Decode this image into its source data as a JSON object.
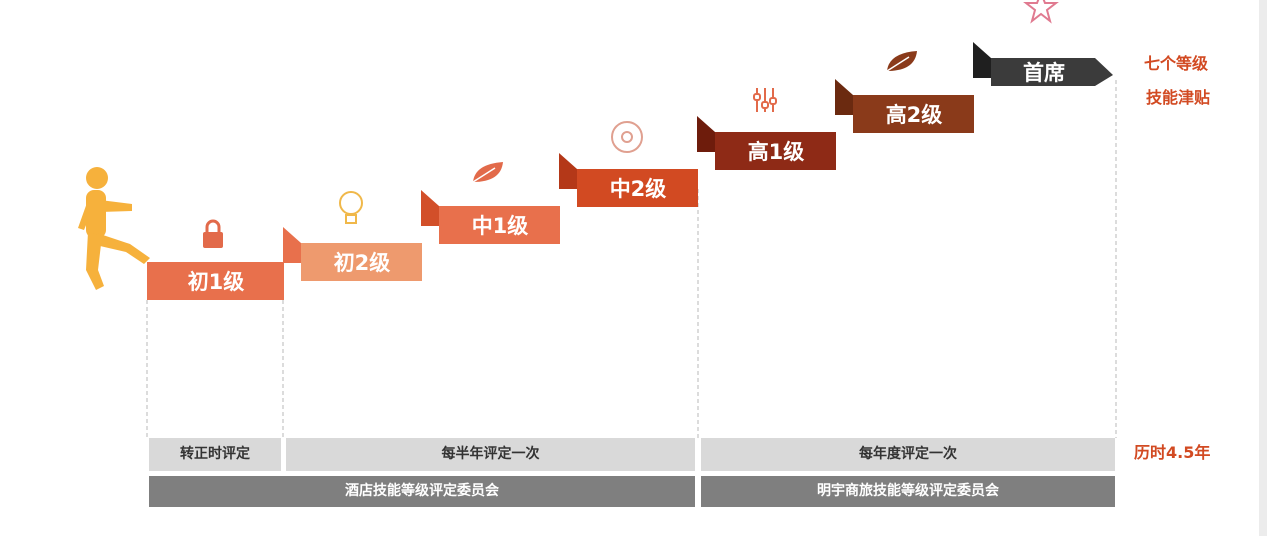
{
  "levels": [
    {
      "label": "初1级",
      "color": "#e8704c",
      "fold": "#f0a088"
    },
    {
      "label": "初2级",
      "color": "#ee9a6e",
      "fold": "#e8704c"
    },
    {
      "label": "中1级",
      "color": "#e8704c",
      "fold": "#d24f29"
    },
    {
      "label": "中2级",
      "color": "#d24a22",
      "fold": "#b43818"
    },
    {
      "label": "高1级",
      "color": "#8e2a16",
      "fold": "#6e1c0c"
    },
    {
      "label": "高2级",
      "color": "#8a3a1a",
      "fold": "#6b2a10"
    },
    {
      "label": "首席",
      "color": "#3b3b3b",
      "fold": "#1f1f1f"
    }
  ],
  "icons": [
    "lock-icon",
    "lightbulb-icon",
    "leaf-icon",
    "disc-icon",
    "equalizer-icon",
    "leaf-icon",
    "star-icon"
  ],
  "colors": {
    "accent": "#d24a22",
    "person": "#f6b13c",
    "icon": "#e26a4a",
    "light_bar": "#d9d9d9",
    "dark_bar": "#7f7f7f"
  },
  "side_notes": {
    "line1": "七个等级",
    "line2": "技能津贴",
    "duration": "历时4.5年"
  },
  "evaluation": {
    "probation": "转正时评定",
    "half_year": "每半年评定一次",
    "yearly": "每年度评定一次"
  },
  "committees": {
    "hotel": "酒店技能等级评定委员会",
    "group": "明宇商旅技能等级评定委员会"
  }
}
